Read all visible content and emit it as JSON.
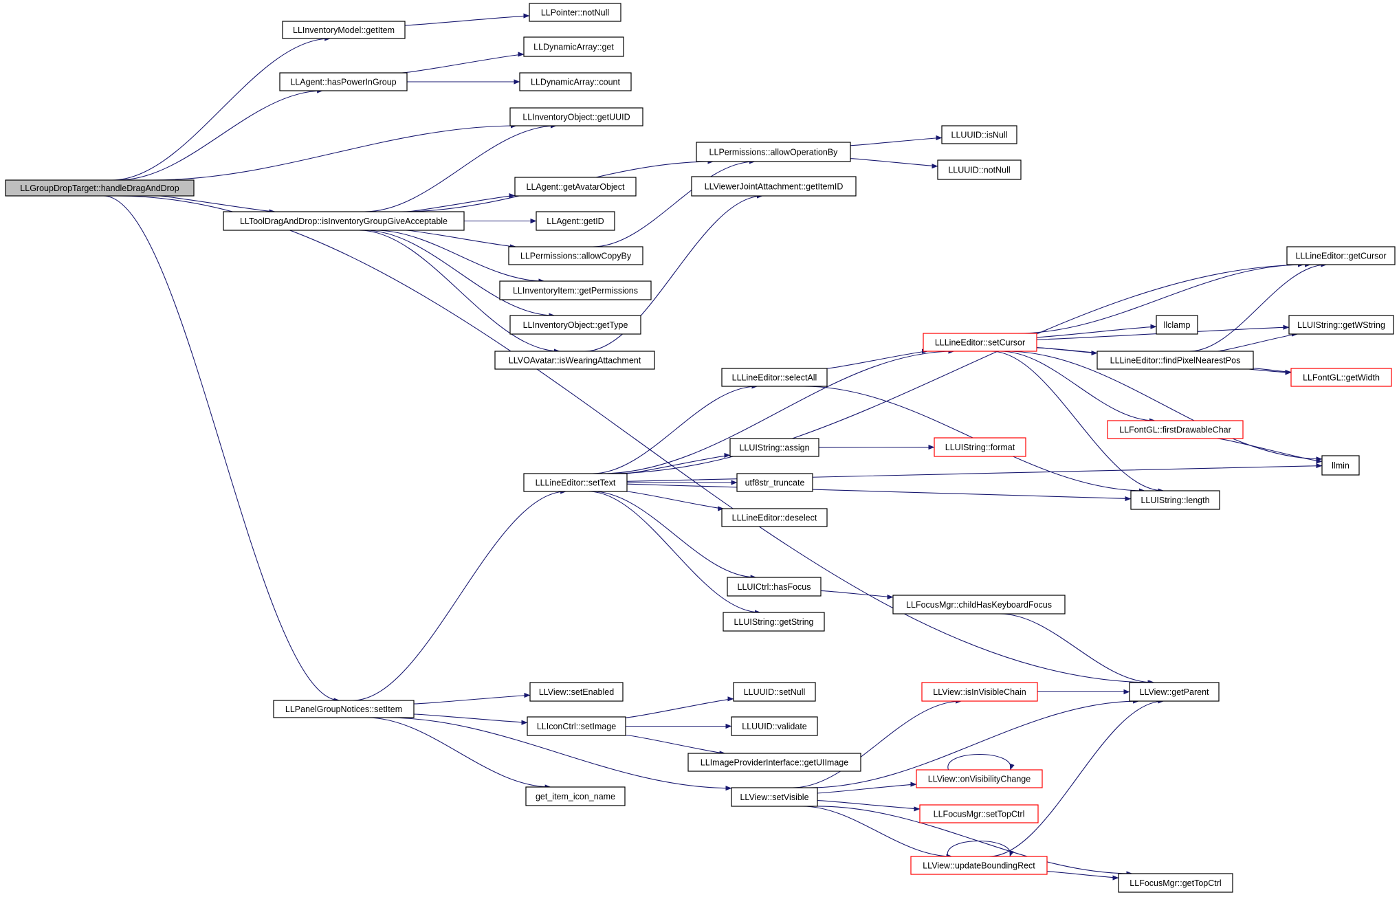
{
  "colors": {
    "edge": "#191970",
    "node_border": "#000000",
    "node_border_truncated": "#ff0000",
    "root_fill": "#bfbfbf",
    "node_fill": "#ffffff"
  },
  "nodes": [
    {
      "id": "root",
      "label": "LLGroupDropTarget::handleDragAndDrop",
      "style": "root"
    },
    {
      "id": "invModelGetItem",
      "label": "LLInventoryModel::getItem",
      "style": "normal"
    },
    {
      "id": "ptrNotNull",
      "label": "LLPointer::notNull",
      "style": "normal"
    },
    {
      "id": "agentHasPower",
      "label": "LLAgent::hasPowerInGroup",
      "style": "normal"
    },
    {
      "id": "dynArrGet",
      "label": "LLDynamicArray::get",
      "style": "normal"
    },
    {
      "id": "dynArrCount",
      "label": "LLDynamicArray::count",
      "style": "normal"
    },
    {
      "id": "invObjGetUUID",
      "label": "LLInventoryObject::getUUID",
      "style": "normal"
    },
    {
      "id": "permAllowOp",
      "label": "LLPermissions::allowOperationBy",
      "style": "normal"
    },
    {
      "id": "uuidIsNull",
      "label": "LLUUID::isNull",
      "style": "normal"
    },
    {
      "id": "uuidNotNull",
      "label": "LLUUID::notNull",
      "style": "normal"
    },
    {
      "id": "vjaGetItemID",
      "label": "LLViewerJointAttachment::getItemID",
      "style": "normal"
    },
    {
      "id": "agentGetAvatar",
      "label": "LLAgent::getAvatarObject",
      "style": "normal"
    },
    {
      "id": "toolIsInvGive",
      "label": "LLToolDragAndDrop::isInventoryGroupGiveAcceptable",
      "style": "normal"
    },
    {
      "id": "agentGetID",
      "label": "LLAgent::getID",
      "style": "normal"
    },
    {
      "id": "permAllowCopy",
      "label": "LLPermissions::allowCopyBy",
      "style": "normal"
    },
    {
      "id": "invItemGetPerm",
      "label": "LLInventoryItem::getPermissions",
      "style": "normal"
    },
    {
      "id": "invObjGetType",
      "label": "LLInventoryObject::getType",
      "style": "normal"
    },
    {
      "id": "voIsWearing",
      "label": "LLVOAvatar::isWearingAttachment",
      "style": "normal"
    },
    {
      "id": "leGetCursor",
      "label": "LLLineEditor::getCursor",
      "style": "normal"
    },
    {
      "id": "uisGetWString",
      "label": "LLUIString::getWString",
      "style": "normal"
    },
    {
      "id": "llclamp",
      "label": "llclamp",
      "style": "normal"
    },
    {
      "id": "leSetCursor",
      "label": "LLLineEditor::setCursor",
      "style": "truncated"
    },
    {
      "id": "leFindPixel",
      "label": "LLLineEditor::findPixelNearestPos",
      "style": "normal"
    },
    {
      "id": "leSelectAll",
      "label": "LLLineEditor::selectAll",
      "style": "normal"
    },
    {
      "id": "fontGetWidth",
      "label": "LLFontGL::getWidth",
      "style": "truncated"
    },
    {
      "id": "fontFirstDrawable",
      "label": "LLFontGL::firstDrawableChar",
      "style": "truncated"
    },
    {
      "id": "uisAssign",
      "label": "LLUIString::assign",
      "style": "normal"
    },
    {
      "id": "uisFormat",
      "label": "LLUIString::format",
      "style": "truncated"
    },
    {
      "id": "llmin",
      "label": "llmin",
      "style": "normal"
    },
    {
      "id": "leSetText",
      "label": "LLLineEditor::setText",
      "style": "normal"
    },
    {
      "id": "utf8trunc",
      "label": "utf8str_truncate",
      "style": "normal"
    },
    {
      "id": "uisLength",
      "label": "LLUIString::length",
      "style": "normal"
    },
    {
      "id": "leDeselect",
      "label": "LLLineEditor::deselect",
      "style": "normal"
    },
    {
      "id": "uictrlHasFocus",
      "label": "LLUICtrl::hasFocus",
      "style": "normal"
    },
    {
      "id": "focusChildHasKb",
      "label": "LLFocusMgr::childHasKeyboardFocus",
      "style": "normal"
    },
    {
      "id": "uisGetString",
      "label": "LLUIString::getString",
      "style": "normal"
    },
    {
      "id": "viewIsInVisChain",
      "label": "LLView::isInVisibleChain",
      "style": "truncated"
    },
    {
      "id": "viewGetParent",
      "label": "LLView::getParent",
      "style": "normal"
    },
    {
      "id": "viewSetEnabled",
      "label": "LLView::setEnabled",
      "style": "normal"
    },
    {
      "id": "uuidSetNull",
      "label": "LLUUID::setNull",
      "style": "normal"
    },
    {
      "id": "pgnSetItem",
      "label": "LLPanelGroupNotices::setItem",
      "style": "normal"
    },
    {
      "id": "iconSetImage",
      "label": "LLIconCtrl::setImage",
      "style": "normal"
    },
    {
      "id": "uuidValidate",
      "label": "LLUUID::validate",
      "style": "normal"
    },
    {
      "id": "imgGetUIImage",
      "label": "LLImageProviderInterface::getUIImage",
      "style": "normal"
    },
    {
      "id": "viewOnVisChange",
      "label": "LLView::onVisibilityChange",
      "style": "truncated"
    },
    {
      "id": "getItemIconName",
      "label": "get_item_icon_name",
      "style": "normal"
    },
    {
      "id": "viewSetVisible",
      "label": "LLView::setVisible",
      "style": "normal"
    },
    {
      "id": "focusSetTopCtrl",
      "label": "LLFocusMgr::setTopCtrl",
      "style": "truncated"
    },
    {
      "id": "viewUpdateBounding",
      "label": "LLView::updateBoundingRect",
      "style": "truncated"
    },
    {
      "id": "focusGetTopCtrl",
      "label": "LLFocusMgr::getTopCtrl",
      "style": "normal"
    }
  ],
  "edges": [
    [
      "root",
      "invModelGetItem"
    ],
    [
      "root",
      "agentHasPower"
    ],
    [
      "root",
      "invObjGetUUID"
    ],
    [
      "root",
      "toolIsInvGive"
    ],
    [
      "root",
      "viewGetParent"
    ],
    [
      "root",
      "pgnSetItem"
    ],
    [
      "invModelGetItem",
      "ptrNotNull"
    ],
    [
      "agentHasPower",
      "dynArrGet"
    ],
    [
      "agentHasPower",
      "dynArrCount"
    ],
    [
      "toolIsInvGive",
      "invObjGetUUID"
    ],
    [
      "toolIsInvGive",
      "permAllowOp"
    ],
    [
      "toolIsInvGive",
      "agentGetAvatar"
    ],
    [
      "toolIsInvGive",
      "agentGetID"
    ],
    [
      "toolIsInvGive",
      "permAllowCopy"
    ],
    [
      "toolIsInvGive",
      "invItemGetPerm"
    ],
    [
      "toolIsInvGive",
      "invObjGetType"
    ],
    [
      "toolIsInvGive",
      "voIsWearing"
    ],
    [
      "permAllowOp",
      "uuidIsNull"
    ],
    [
      "permAllowOp",
      "uuidNotNull"
    ],
    [
      "permAllowCopy",
      "permAllowOp"
    ],
    [
      "voIsWearing",
      "vjaGetItemID"
    ],
    [
      "pgnSetItem",
      "leSetText"
    ],
    [
      "pgnSetItem",
      "viewSetEnabled"
    ],
    [
      "pgnSetItem",
      "iconSetImage"
    ],
    [
      "pgnSetItem",
      "getItemIconName"
    ],
    [
      "pgnSetItem",
      "viewSetVisible"
    ],
    [
      "leSetText",
      "leGetCursor"
    ],
    [
      "leSetText",
      "leSetCursor"
    ],
    [
      "leSetText",
      "leSelectAll"
    ],
    [
      "leSetText",
      "uisLength"
    ],
    [
      "leSetText",
      "uisAssign"
    ],
    [
      "leSetText",
      "utf8trunc"
    ],
    [
      "leSetText",
      "leDeselect"
    ],
    [
      "leSetText",
      "llmin"
    ],
    [
      "leSetText",
      "uictrlHasFocus"
    ],
    [
      "leSetText",
      "uisGetString"
    ],
    [
      "leSelectAll",
      "leSetCursor"
    ],
    [
      "leSelectAll",
      "uisLength"
    ],
    [
      "leSetCursor",
      "leGetCursor"
    ],
    [
      "leSetCursor",
      "uisGetWString"
    ],
    [
      "leSetCursor",
      "llclamp"
    ],
    [
      "leSetCursor",
      "leFindPixel"
    ],
    [
      "leSetCursor",
      "fontGetWidth"
    ],
    [
      "leSetCursor",
      "fontFirstDrawable"
    ],
    [
      "leSetCursor",
      "llmin"
    ],
    [
      "leSetCursor",
      "uisLength"
    ],
    [
      "leFindPixel",
      "leGetCursor"
    ],
    [
      "leFindPixel",
      "uisGetWString"
    ],
    [
      "leFindPixel",
      "fontGetWidth"
    ],
    [
      "fontFirstDrawable",
      "llmin"
    ],
    [
      "uisAssign",
      "uisFormat"
    ],
    [
      "uictrlHasFocus",
      "focusChildHasKb"
    ],
    [
      "focusChildHasKb",
      "viewGetParent"
    ],
    [
      "iconSetImage",
      "uuidSetNull"
    ],
    [
      "iconSetImage",
      "uuidValidate"
    ],
    [
      "iconSetImage",
      "imgGetUIImage"
    ],
    [
      "viewSetVisible",
      "viewIsInVisChain"
    ],
    [
      "viewSetVisible",
      "viewGetParent"
    ],
    [
      "viewSetVisible",
      "viewOnVisChange"
    ],
    [
      "viewSetVisible",
      "focusSetTopCtrl"
    ],
    [
      "viewSetVisible",
      "viewUpdateBounding"
    ],
    [
      "viewSetVisible",
      "focusGetTopCtrl"
    ],
    [
      "viewIsInVisChain",
      "viewGetParent"
    ],
    [
      "viewOnVisChange",
      "viewOnVisChange"
    ],
    [
      "viewUpdateBounding",
      "viewUpdateBounding"
    ],
    [
      "viewUpdateBounding",
      "viewGetParent"
    ],
    [
      "viewUpdateBounding",
      "focusGetTopCtrl"
    ]
  ]
}
